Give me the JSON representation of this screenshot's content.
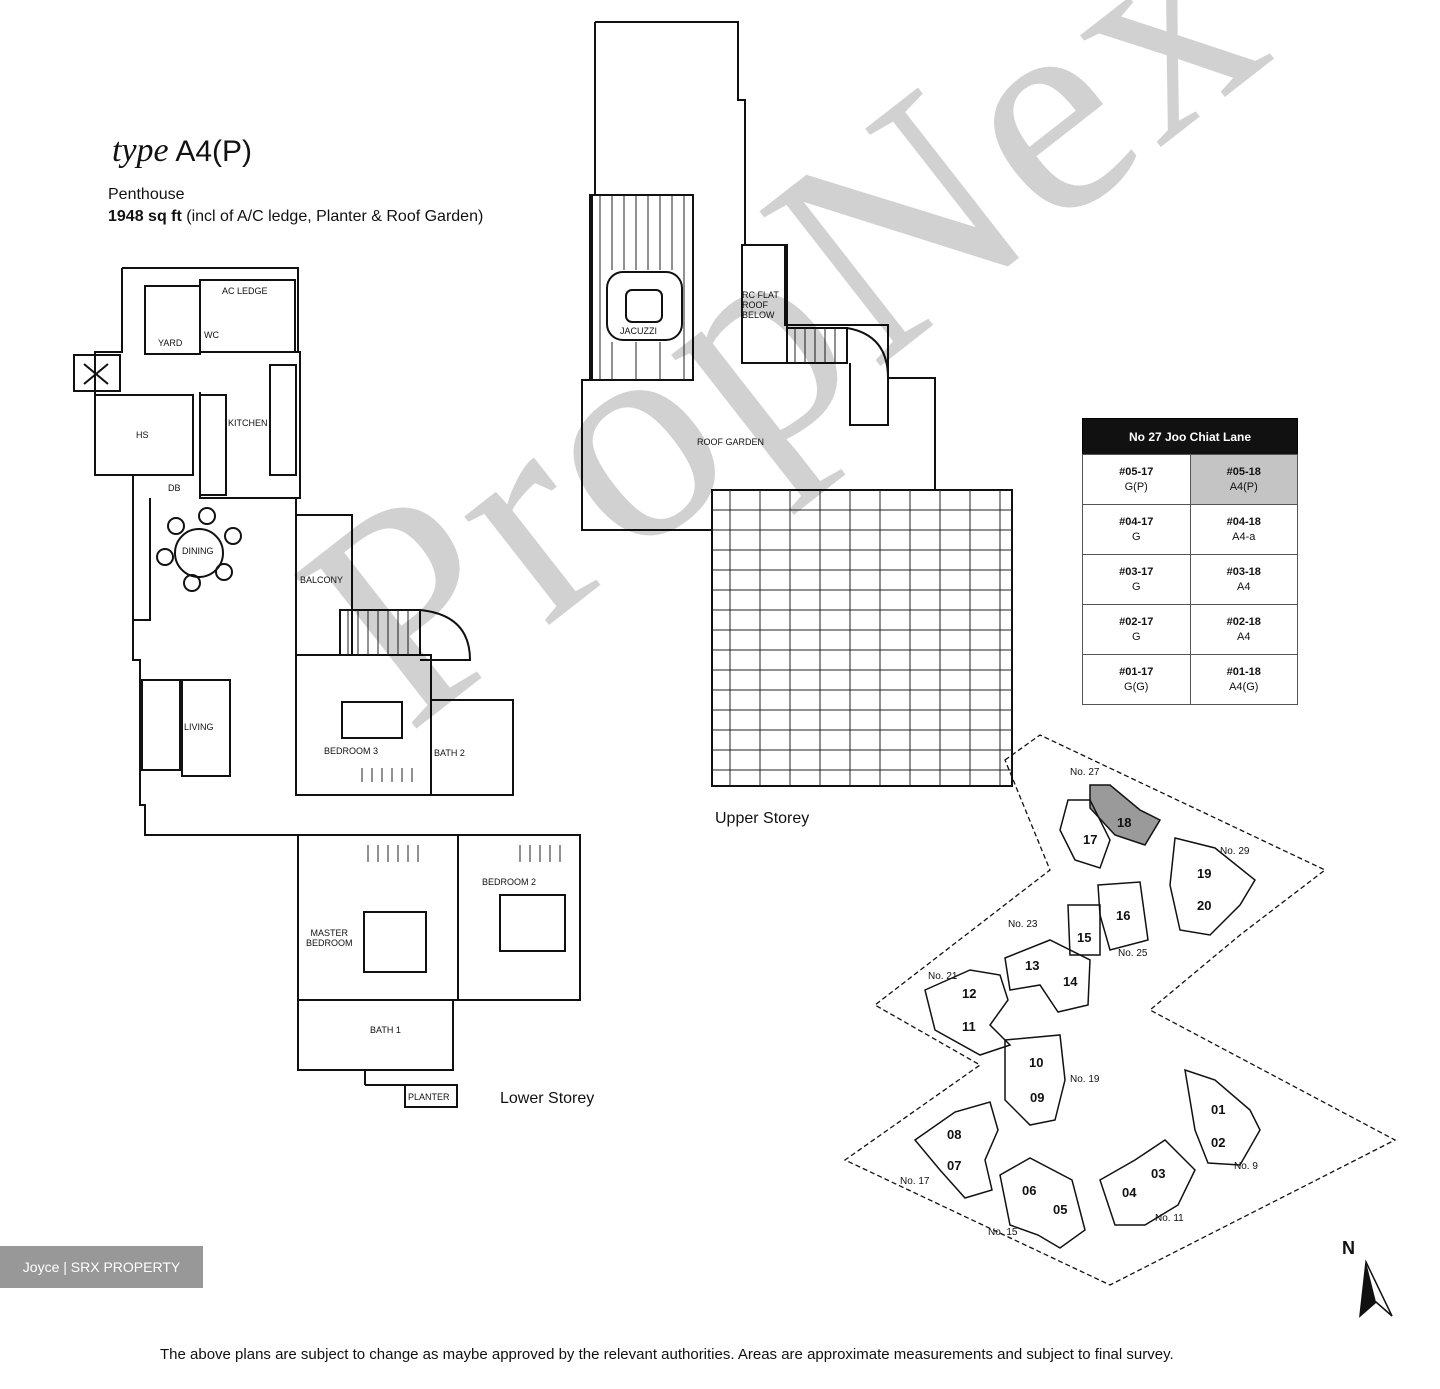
{
  "header": {
    "type_prefix": "type",
    "type_name": "A4(P)",
    "subtitle": "Penthouse",
    "area_value": "1948 sq ft",
    "area_note": "(incl of A/C ledge, Planter & Roof Garden)"
  },
  "rooms": {
    "ac_ledge": "AC LEDGE",
    "wc": "WC",
    "yard": "YARD",
    "hs": "HS",
    "kitchen": "KITCHEN",
    "db": "DB",
    "dining": "DINING",
    "balcony": "BALCONY",
    "living": "LIVING",
    "bedroom3": "BEDROOM 3",
    "bath2": "BATH 2",
    "bedroom2": "BEDROOM 2",
    "master_bedroom_1": "MASTER",
    "master_bedroom_2": "BEDROOM",
    "bath1": "BATH 1",
    "planter": "PLANTER",
    "jacuzzi": "JACUZZI",
    "rc_flat_1": "RC FLAT",
    "rc_flat_2": "ROOF",
    "rc_flat_3": "BELOW",
    "roof_garden": "ROOF GARDEN"
  },
  "captions": {
    "lower": "Lower Storey",
    "upper": "Upper Storey"
  },
  "unit_table": {
    "title": "No 27 Joo Chiat Lane",
    "rows": [
      {
        "left_unit": "#05-17",
        "left_type": "G(P)",
        "right_unit": "#05-18",
        "right_type": "A4(P)"
      },
      {
        "left_unit": "#04-17",
        "left_type": "G",
        "right_unit": "#04-18",
        "right_type": "A4-a"
      },
      {
        "left_unit": "#03-17",
        "left_type": "G",
        "right_unit": "#03-18",
        "right_type": "A4"
      },
      {
        "left_unit": "#02-17",
        "left_type": "G",
        "right_unit": "#02-18",
        "right_type": "A4"
      },
      {
        "left_unit": "#01-17",
        "left_type": "G(G)",
        "right_unit": "#01-18",
        "right_type": "A4(G)"
      }
    ]
  },
  "site_plan": {
    "blocks": [
      "18",
      "17",
      "19",
      "20",
      "16",
      "15",
      "13",
      "14",
      "12",
      "11",
      "10",
      "09",
      "08",
      "07",
      "06",
      "05",
      "04",
      "03",
      "01",
      "02"
    ],
    "lanes": [
      "No. 27",
      "No. 29",
      "No. 23",
      "No. 25",
      "No. 21",
      "No. 19",
      "No. 17",
      "No. 15",
      "No. 11",
      "No. 9"
    ],
    "north": "N"
  },
  "watermark_text": "Joyce | SRX PROPERTY",
  "brand_watermark": "PropNex",
  "footnote": "The above plans are subject to change as maybe approved by the relevant authorities. Areas are approximate measurements and subject to final survey.",
  "colors": {
    "line": "#111111",
    "highlight": "#c4c4c4",
    "table_header": "#111111",
    "watermark_bg": "#8d8d8d"
  }
}
